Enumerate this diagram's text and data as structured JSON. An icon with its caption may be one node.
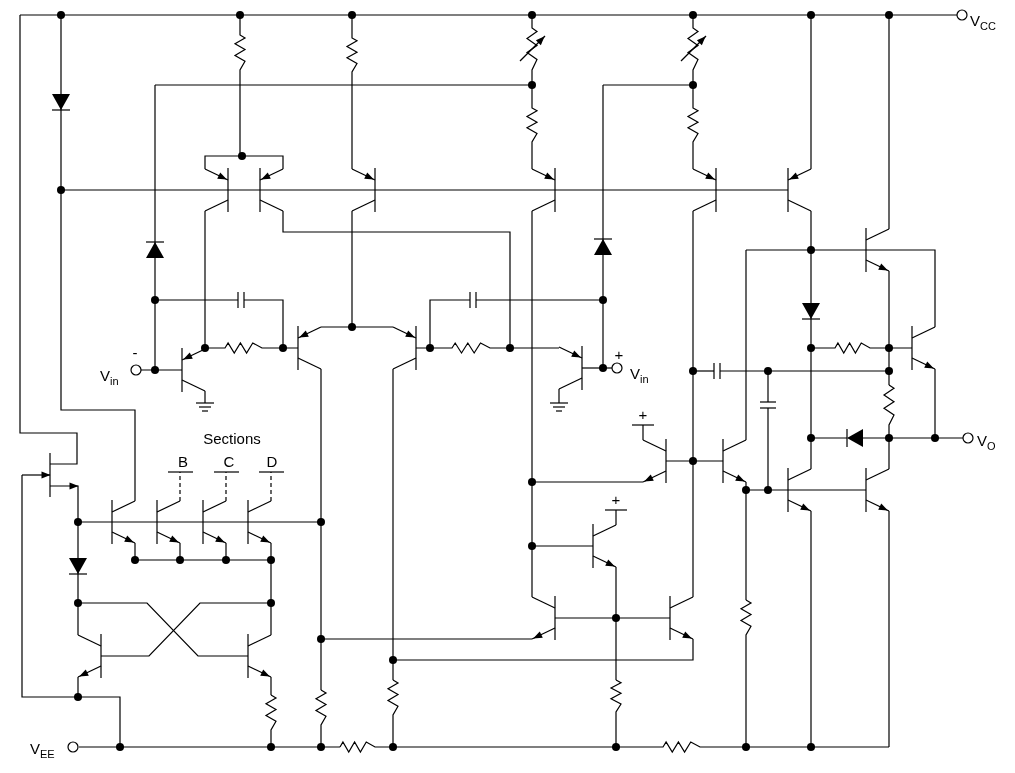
{
  "diagram": {
    "labels": [
      "V$_{CC}$",
      "-",
      "V$_{in}$",
      "+",
      "V$_{in}$",
      "+",
      "Sections",
      "V$_{O}$",
      "B",
      "C",
      "D",
      "+",
      "V$_{EE}$"
    ]
  }
}
